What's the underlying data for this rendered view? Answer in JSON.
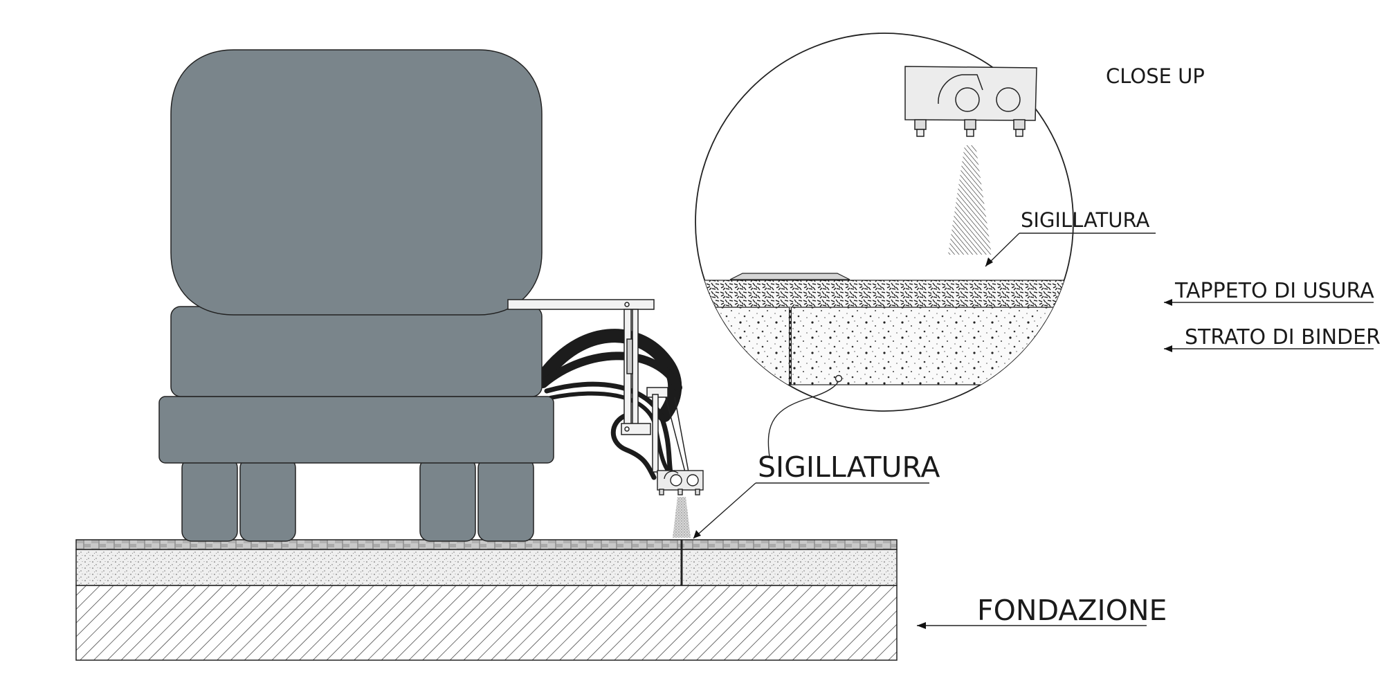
{
  "labels": {
    "close_up": "CLOSE UP",
    "sigillatura_detail": "SIGILLATURA",
    "tappeto_di_usura": "TAPPETO DI USURA",
    "strato_di_binder": "STRATO DI BINDER",
    "sigillatura_main": "SIGILLATURA",
    "fondazione": "FONDAZIONE"
  },
  "colors": {
    "machine_body": "#7a858b",
    "outline": "#222222",
    "hose": "#1c1c1c",
    "arm": "#f2f2f2",
    "nozzle_box": "#ececec",
    "layer_surface": "#c9c9c9",
    "layer_binder": "#ebebeb",
    "background": "#ffffff"
  }
}
